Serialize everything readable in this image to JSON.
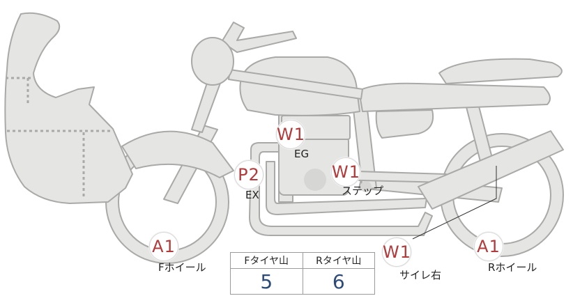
{
  "marks": {
    "front_wheel": {
      "code": "A1",
      "label": "Fホイール"
    },
    "exhaust": {
      "code": "P2",
      "label": "EX"
    },
    "engine": {
      "code": "W1",
      "label": "EG"
    },
    "step": {
      "code": "W1",
      "label": "ステップ"
    },
    "silencer_right": {
      "code": "W1",
      "label": "サイレ右"
    },
    "rear_wheel": {
      "code": "A1",
      "label": "Rホイール"
    }
  },
  "tire_table": {
    "front_header": "Fタイヤ山",
    "rear_header": "Rタイヤ山",
    "front_value": "5",
    "rear_value": "6"
  },
  "colors": {
    "bike_fill": "#e5e5e3",
    "bike_stroke": "#a9a9a7",
    "code_text": "#b23a3a",
    "table_value": "#2c4a78"
  }
}
